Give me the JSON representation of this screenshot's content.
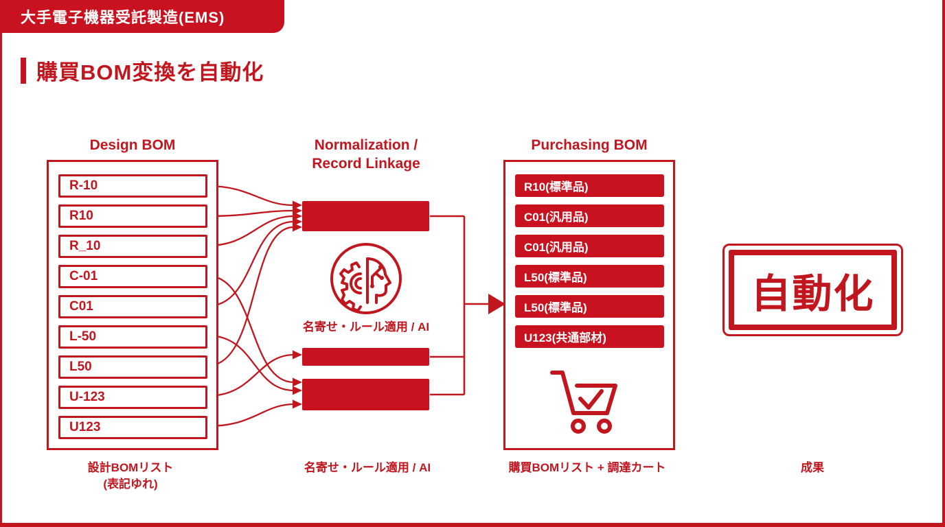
{
  "badge_label": "大手電子機器受託製造(EMS)",
  "title": "購買BOM変換を自動化",
  "design": {
    "heading": "Design BOM",
    "items": [
      "R-10",
      "R10",
      "R_10",
      "C-01",
      "C01",
      "L-50",
      "L50",
      "U-123",
      "U123"
    ],
    "caption1": "設計BOMリスト",
    "caption2": "(表記ゆれ)"
  },
  "normalization": {
    "heading1": "Normalization /",
    "heading2": "Record Linkage",
    "icon": "gear-ai-head-icon",
    "label": "名寄せ・ルール適用 / AI",
    "caption": "名寄せ・ルール適用 / AI"
  },
  "purchasing": {
    "heading": "Purchasing BOM",
    "items": [
      "R10(標準品)",
      "C01(汎用品)",
      "C01(汎用品)",
      "L50(標準品)",
      "L50(標準品)",
      "U123(共通部材)"
    ],
    "icon": "shopping-cart-check-icon",
    "caption": "購買BOMリスト + 調達カート"
  },
  "result": {
    "stamp": "自動化",
    "caption": "成果"
  },
  "colors": {
    "accent": "#c2161f",
    "accent_fill": "#c8121f",
    "text_on_red": "#ffffff"
  }
}
